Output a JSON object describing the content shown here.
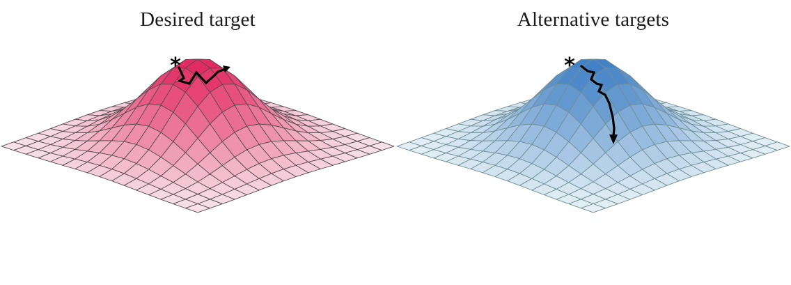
{
  "panels": [
    {
      "id": "left",
      "title": "Desired target",
      "surface_color_peak": "#e2275f",
      "surface_color_base": "#f7e3ea",
      "grid_line_color": "#5a4a50",
      "path_style": "zigzag-to-peak",
      "start_marker": "*"
    },
    {
      "id": "right",
      "title": "Alternative targets",
      "surface_color_peak": "#3f7fc4",
      "surface_color_base": "#e6f1f6",
      "grid_line_color": "#6f8e96",
      "path_style": "zigzag-descending",
      "start_marker": "*"
    }
  ],
  "path_color": "#000000"
}
